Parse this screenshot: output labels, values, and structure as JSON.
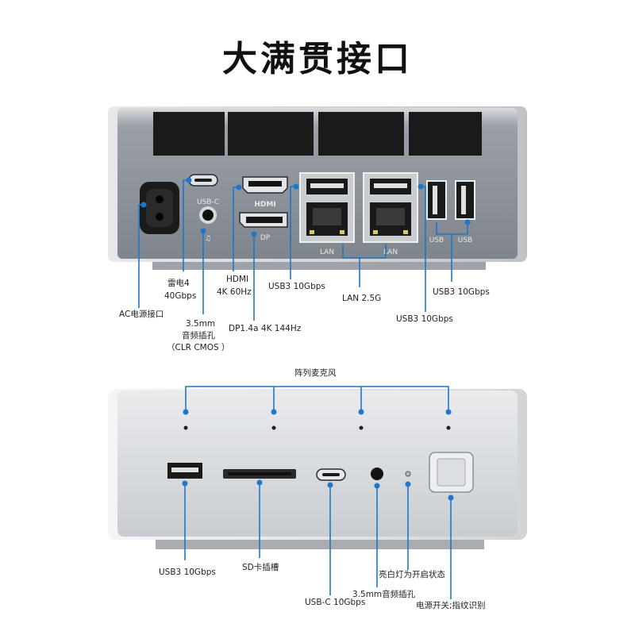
{
  "title": "大满贯接口",
  "rear": {
    "port_text": {
      "usbc": "USB-C",
      "dp": "DP",
      "lan1": "LAN",
      "lan2": "LAN",
      "usb1": "USB",
      "usb2": "USB"
    },
    "labels": {
      "thunderbolt_1": "雷电4",
      "thunderbolt_2": "40Gbps",
      "hdmi_1": "HDMI",
      "hdmi_2": "4K 60Hz",
      "usb3_a": "USB3 10Gbps",
      "lan": "LAN 2.5G",
      "usb3_b": "USB3 10Gbps",
      "usb3_c": "USB3 10Gbps",
      "ac": "AC电源接口",
      "audio_1": "3.5mm",
      "audio_2": "音频插孔",
      "audio_3": "（CLR CMOS ）",
      "dp": "DP1.4a 4K 144Hz"
    }
  },
  "front": {
    "labels": {
      "mic": "阵列麦克风",
      "usb3": "USB3 10Gbps",
      "sd": "SD卡插槽",
      "light": "亮白灯为开启状态",
      "audio": "3.5mm音频插孔",
      "usbc": "USB-C 10Gbps",
      "power": "电源开关;指纹识别"
    }
  },
  "colors": {
    "callout": "#1f77c9",
    "chassis_dark": "#8e939a",
    "chassis_light": "#d7dadd"
  }
}
